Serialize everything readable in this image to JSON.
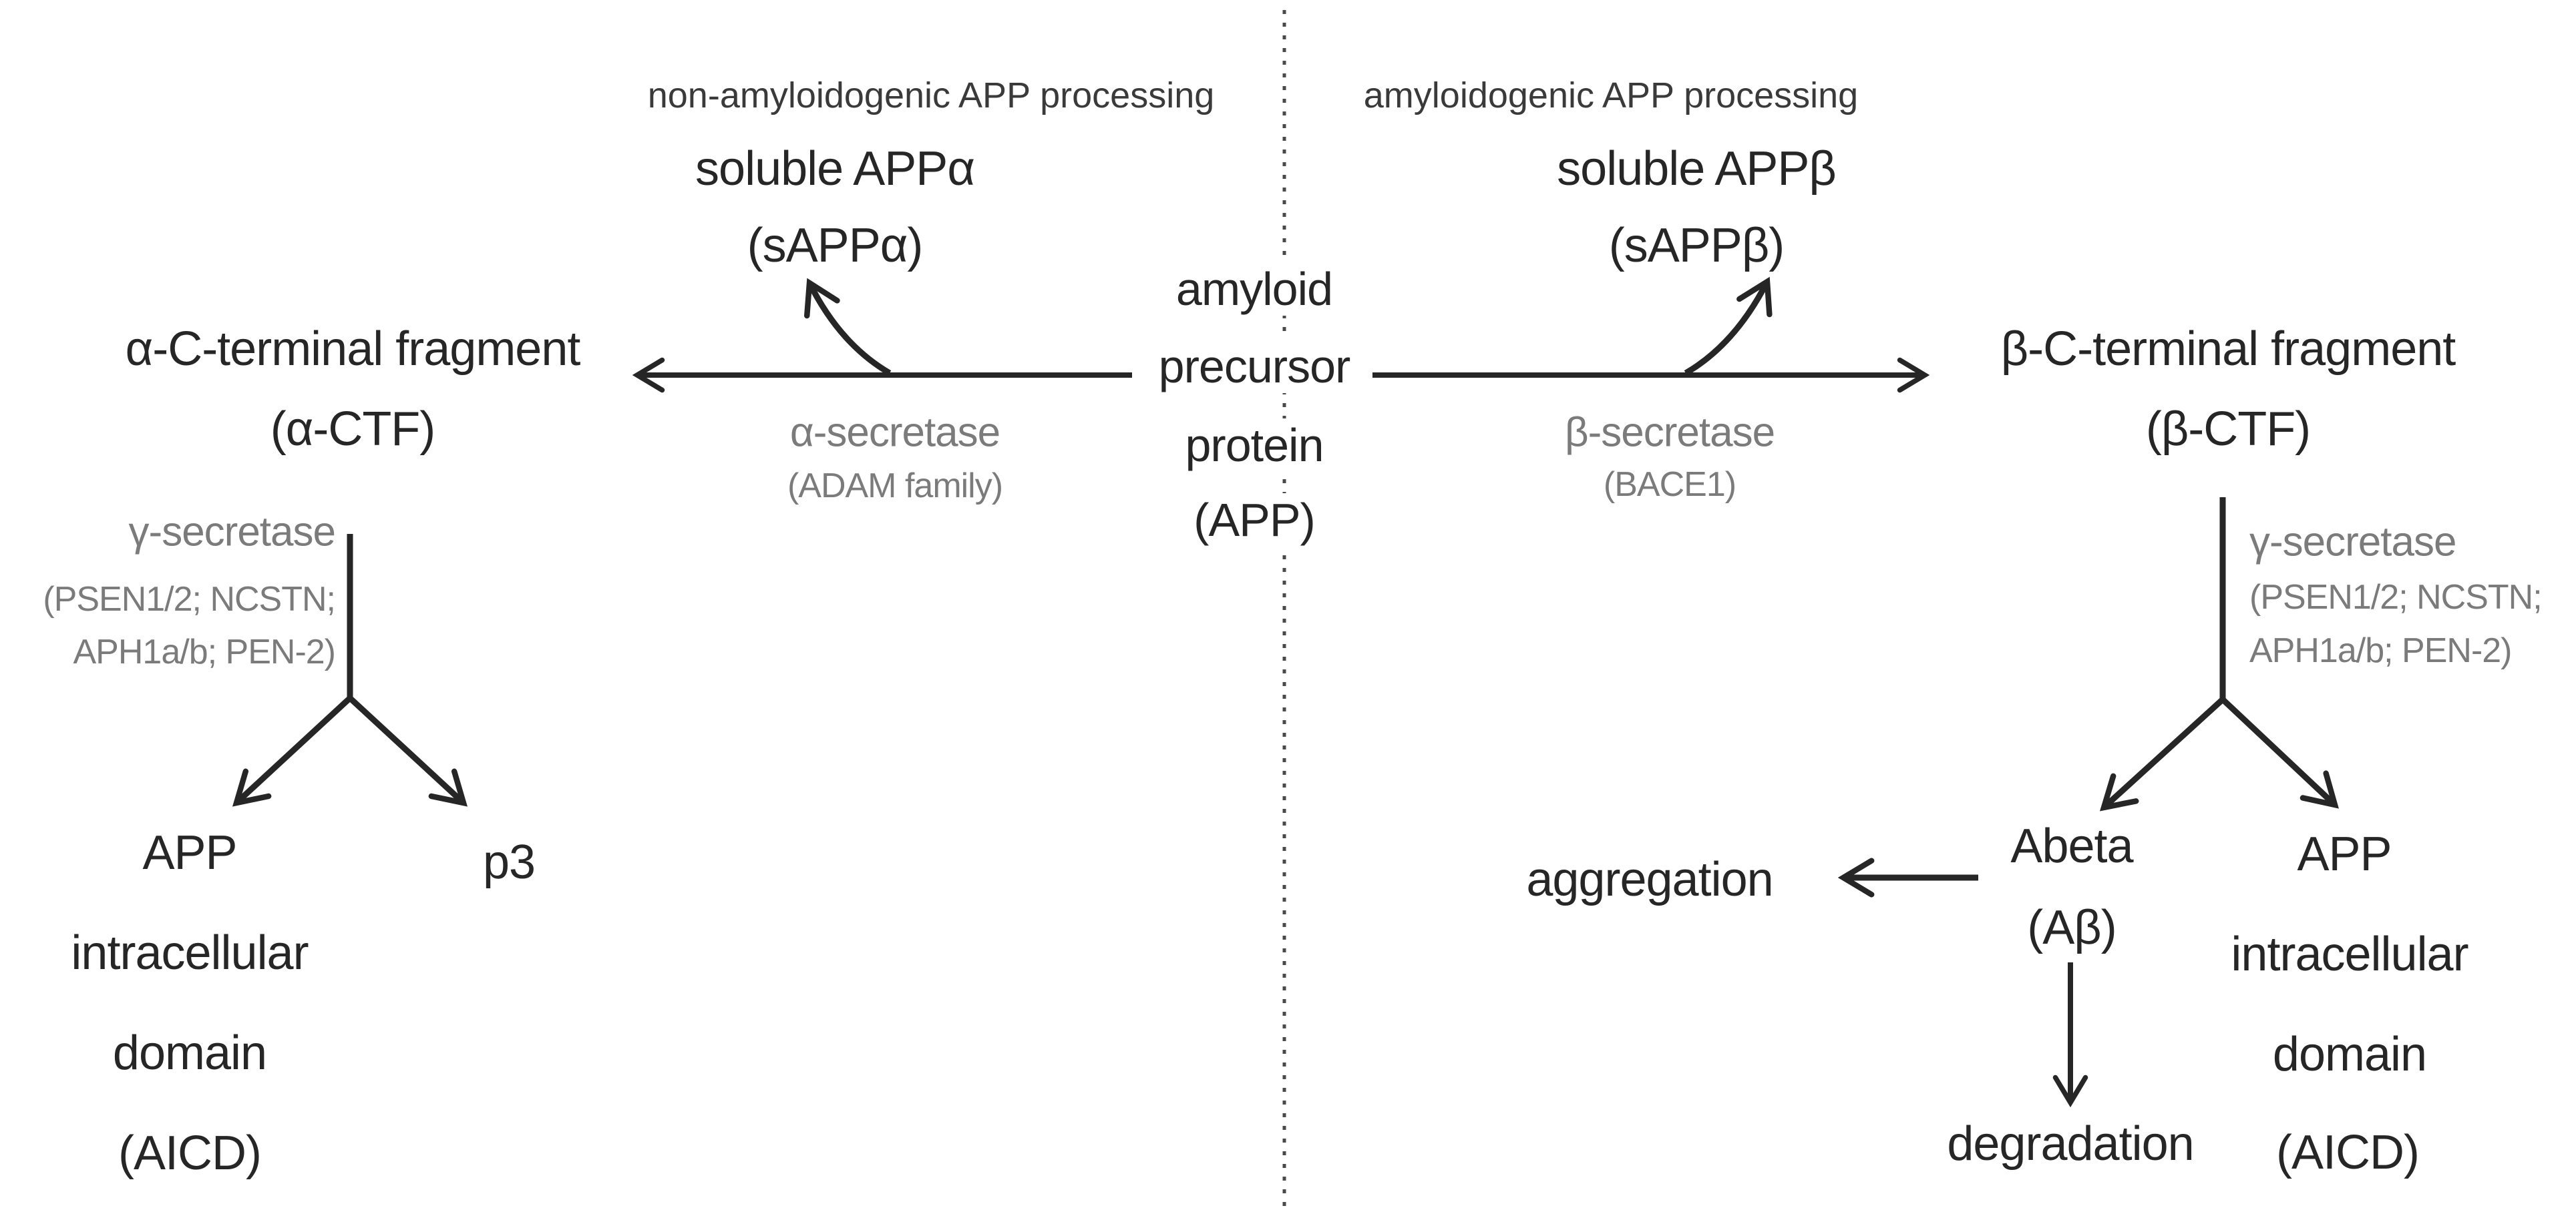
{
  "colors": {
    "ink": "#262626",
    "muted": "#7b7b7b",
    "background": "#ffffff"
  },
  "headers": {
    "left": "non-amyloidogenic APP processing",
    "right": "amyloidogenic APP processing"
  },
  "center": {
    "lines": [
      "amyloid",
      "precursor",
      "protein",
      "(APP)"
    ]
  },
  "left": {
    "soluble": [
      "soluble APPα",
      "(sAPPα)"
    ],
    "secretase": [
      "α-secretase",
      "(ADAM family)"
    ],
    "ctf": [
      "α-C-terminal fragment",
      "(α-CTF)"
    ],
    "gamma": [
      "γ-secretase",
      "(PSEN1/2; NCSTN;",
      "APH1a/b; PEN-2)"
    ],
    "products": [
      "APP",
      "intracellular",
      "domain",
      "(AICD)"
    ],
    "p3": "p3"
  },
  "right": {
    "soluble": [
      "soluble APPβ",
      "(sAPPβ)"
    ],
    "secretase": [
      "β-secretase",
      "(BACE1)"
    ],
    "ctf": [
      "β-C-terminal fragment",
      "(β-CTF)"
    ],
    "gamma": [
      "γ-secretase",
      "(PSEN1/2; NCSTN;",
      "APH1a/b; PEN-2)"
    ],
    "abeta": [
      "Abeta",
      "(Aβ)"
    ],
    "products": [
      "APP",
      "intracellular",
      "domain",
      "(AICD)"
    ],
    "aggregation": "aggregation",
    "degradation": "degradation"
  }
}
